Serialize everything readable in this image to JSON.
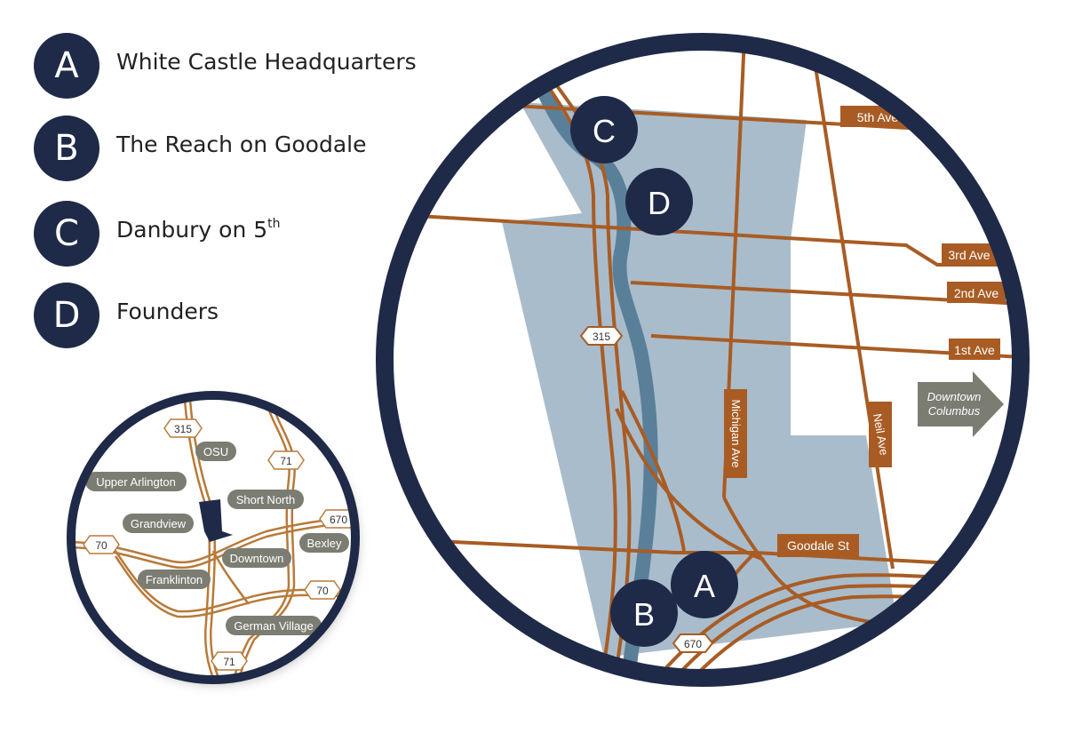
{
  "legend": [
    {
      "letter": "A",
      "label": "White Castle Headquarters",
      "sup": ""
    },
    {
      "letter": "B",
      "label": "The Reach on Goodale",
      "sup": ""
    },
    {
      "letter": "C",
      "label": "Danbury on 5",
      "sup": "th"
    },
    {
      "letter": "D",
      "label": "Founders",
      "sup": ""
    }
  ],
  "detail_map": {
    "markers": {
      "a": "A",
      "b": "B",
      "c": "C",
      "d": "D"
    },
    "streets": {
      "fifth_ave": "5th Ave",
      "third_ave": "3rd Ave",
      "second_ave": "2nd Ave",
      "first_ave": "1st Ave",
      "michigan_ave": "Michigan Ave",
      "neil_ave": "Neil Ave",
      "goodale_st": "Goodale St"
    },
    "highways": {
      "sr315": "315",
      "i670": "670"
    },
    "arrow_label": [
      "Downtown",
      "Columbus"
    ]
  },
  "overview_map": {
    "neighborhoods": {
      "osu": "OSU",
      "upper_arlington": "Upper Arlington",
      "short_north": "Short North",
      "grandview": "Grandview",
      "bexley": "Bexley",
      "downtown": "Downtown",
      "franklinton": "Franklinton",
      "german_village": "German Village"
    },
    "highways": {
      "h315": "315",
      "h71a": "71",
      "h670": "670",
      "h70a": "70",
      "h70b": "70",
      "h71b": "71"
    }
  },
  "colors": {
    "navy": "#1f2a48",
    "road": "#a85c24",
    "road_light": "#c9a06e",
    "area": "#a9bccb",
    "river": "#5a7f99",
    "label_gray": "#7b7d72"
  }
}
